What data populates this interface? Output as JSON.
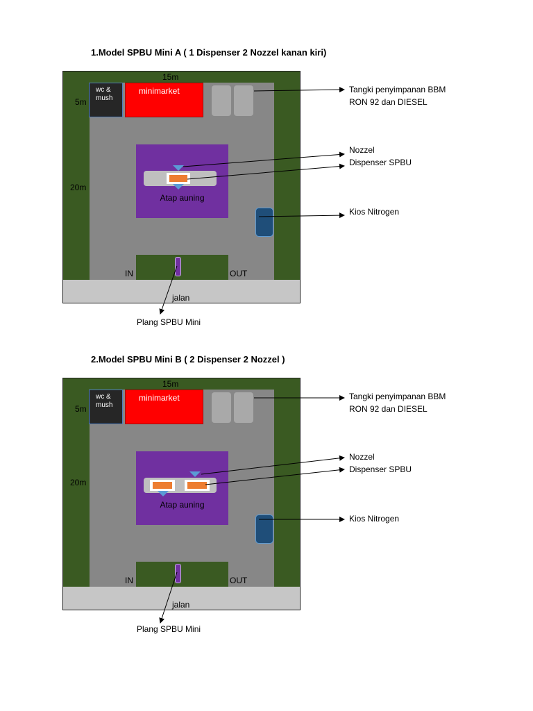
{
  "sections": [
    {
      "title": "1.Model SPBU Mini A ( 1 Dispenser 2 Nozzel kanan kiri)",
      "dim_width": "15m",
      "dim_top_depth": "5m",
      "dim_depth": "20m",
      "wc_line1": "wc &",
      "wc_line2": "mush",
      "minimarket": "minimarket",
      "canopy": "Atap auning",
      "in": "IN",
      "out": "OUT",
      "road": "jalan",
      "tank_label_1": "Tangki penyimpanan BBM",
      "tank_label_2": "RON 92 dan DIESEL",
      "nozzle_label": "Nozzel",
      "dispenser_label": "Dispenser SPBU",
      "kios_label": "Kios Nitrogen",
      "plang_label": "Plang SPBU Mini"
    },
    {
      "title": "2.Model SPBU Mini B ( 2 Dispenser 2 Nozzel )",
      "dim_width": "15m",
      "dim_top_depth": "5m",
      "dim_depth": "20m",
      "wc_line1": "wc &",
      "wc_line2": "mush",
      "minimarket": "minimarket",
      "canopy": "Atap auning",
      "in": "IN",
      "out": "OUT",
      "road": "jalan",
      "tank_label_1": "Tangki penyimpanan BBM",
      "tank_label_2": "RON 92 dan DIESEL",
      "nozzle_label": "Nozzel",
      "dispenser_label": "Dispenser SPBU",
      "kios_label": "Kios Nitrogen",
      "plang_label": "Plang SPBU Mini"
    }
  ],
  "colors": {
    "grass": "#3a5a22",
    "lot": "#878787",
    "road": "#c6c6c6",
    "minimarket": "#ff0000",
    "canopy": "#7030a0",
    "dispenser": "#ed7d31",
    "nozzle": "#5b9bd5",
    "kios": "#1f4e79"
  }
}
